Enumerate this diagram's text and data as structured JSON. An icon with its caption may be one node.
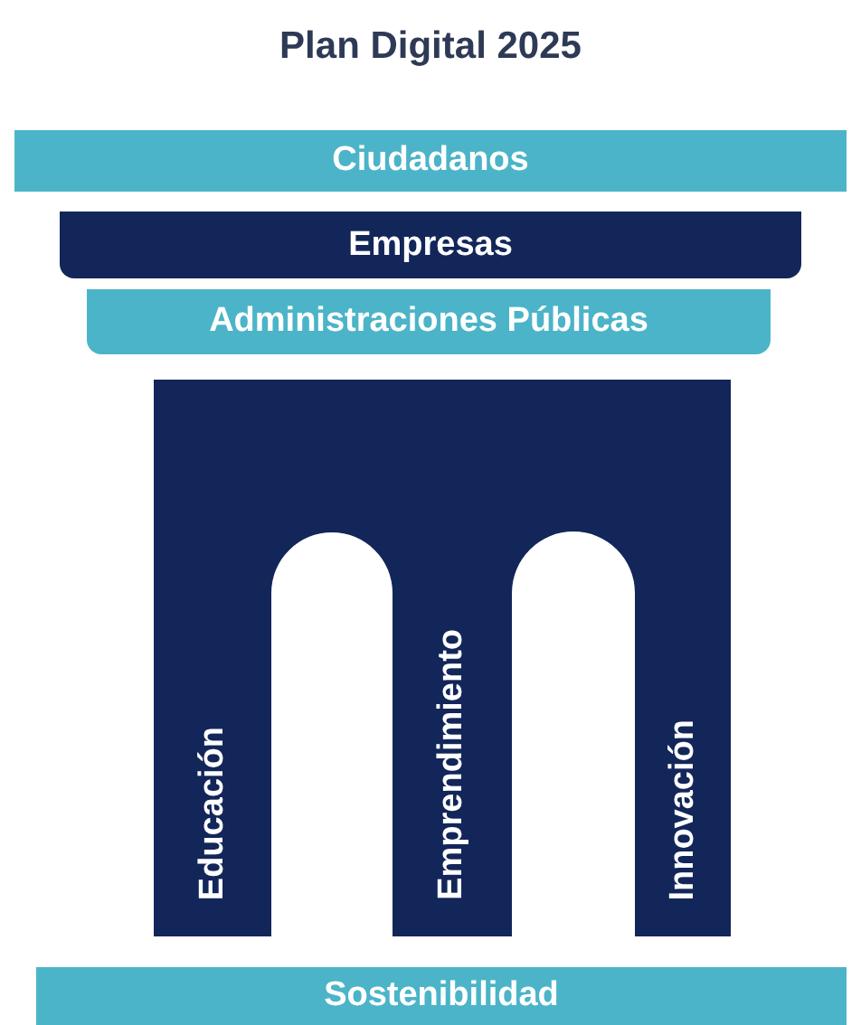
{
  "diagram": {
    "title": "Plan Digital 2025",
    "nodes": [
      {
        "text": [
          "Ciudadanos"
        ]
      },
      {
        "text": [
          "Empresas"
        ]
      },
      {
        "text": [
          "Administraciones Públicas"
        ]
      },
      {
        "text": [
          "Educación"
        ]
      },
      {
        "text": [
          "Emprendimiento"
        ]
      },
      {
        "text": [
          "Innovación"
        ]
      },
      {
        "text": [
          "Sostenibilidad"
        ]
      }
    ]
  }
}
